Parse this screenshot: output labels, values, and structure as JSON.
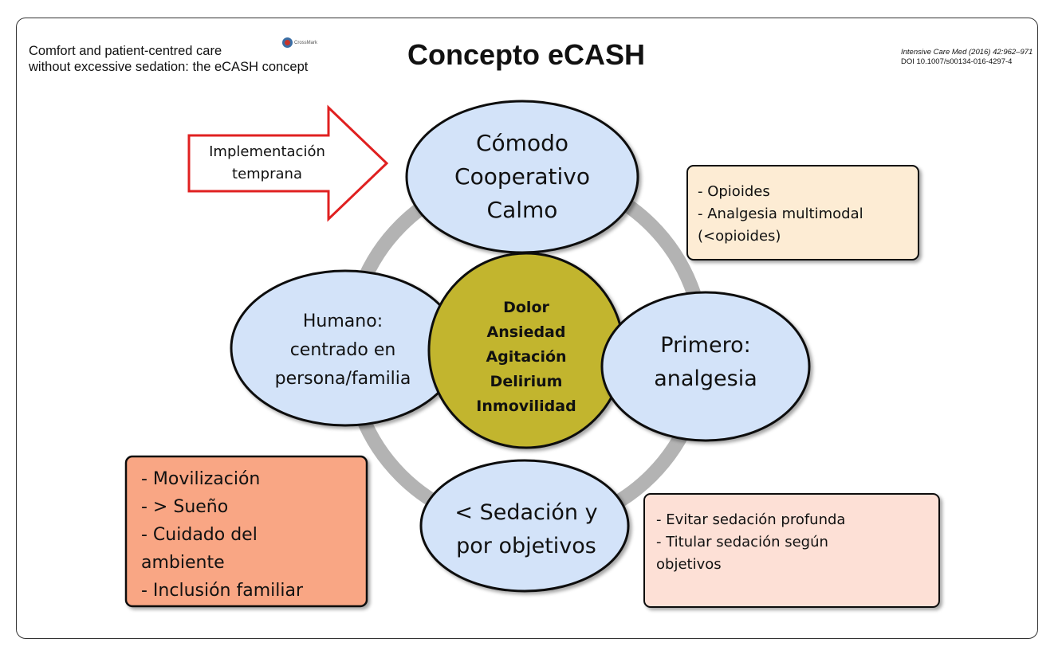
{
  "header": {
    "article_title_lines": [
      "Comfort and patient-centred care",
      "without excessive sedation: the eCASH concept"
    ],
    "crossmark_label": "CrossMark",
    "title": "Concepto eCASH",
    "citation_journal": "Intensive Care Med (2016) 42:962–971",
    "citation_doi": "DOI 10.1007/s00134-016-4297-4"
  },
  "diagram": {
    "arrow_label": [
      "Implementación",
      "temprana"
    ],
    "top_circle": [
      "Cómodo",
      "Cooperativo",
      "Calmo"
    ],
    "left_circle": [
      "Humano:",
      "centrado en",
      "persona/familia"
    ],
    "right_circle": [
      "Primero:",
      "analgesia"
    ],
    "bottom_circle": [
      "< Sedación y",
      "por objetivos"
    ],
    "center_circle": [
      "Dolor",
      "Ansiedad",
      "Agitación",
      "Delirium",
      "Inmovilidad"
    ],
    "box_analgesia": [
      "- Opioides",
      "- Analgesia multimodal",
      "(<opioides)"
    ],
    "box_humano": [
      "- Movilización",
      "- > Sueño",
      "- Cuidado del",
      "ambiente",
      "- Inclusión familiar"
    ],
    "box_sedacion": [
      "- Evitar sedación profunda",
      "- Titular sedación según",
      "objetivos"
    ]
  },
  "colors": {
    "ellipse_fill": "#d3e3f9",
    "center_fill": "#c2b52f",
    "ring": "#b3b3b3",
    "arrow_stroke": "#e02020",
    "box_analgesia": "#fdecd4",
    "box_humano": "#f9a684",
    "box_sedacion": "#fde0d6"
  }
}
